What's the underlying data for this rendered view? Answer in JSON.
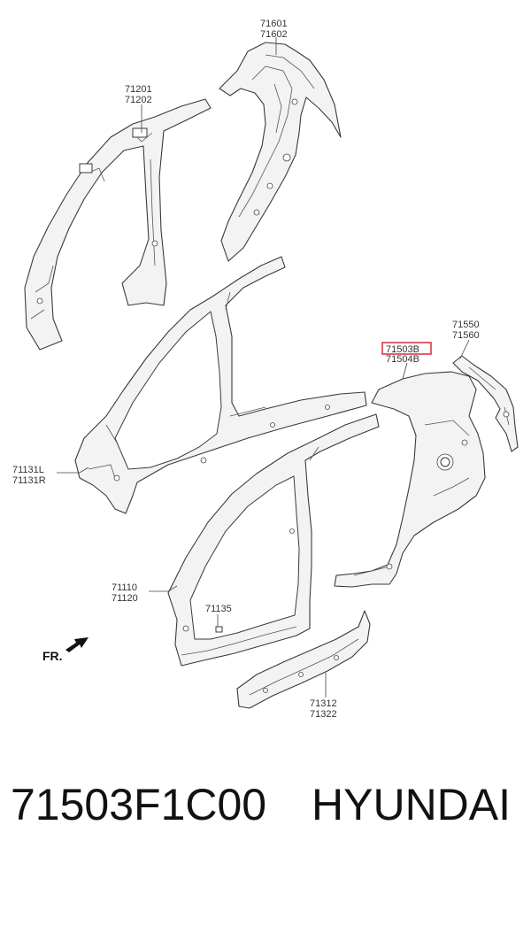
{
  "callouts": {
    "c71601": "71601",
    "c71602": "71602",
    "c71201": "71201",
    "c71202": "71202",
    "c71550": "71550",
    "c71560": "71560",
    "c71503b": "71503B",
    "c71504b": "71504B",
    "c71131l": "71131L",
    "c71131r": "71131R",
    "c71110": "71110",
    "c71120": "71120",
    "c71135": "71135",
    "c71312": "71312",
    "c71322": "71322"
  },
  "front_indicator": "FR.",
  "highlight_color": "#d0202a",
  "caption": {
    "part_number": "71503F1C00",
    "brand": "HYUNDAI"
  }
}
